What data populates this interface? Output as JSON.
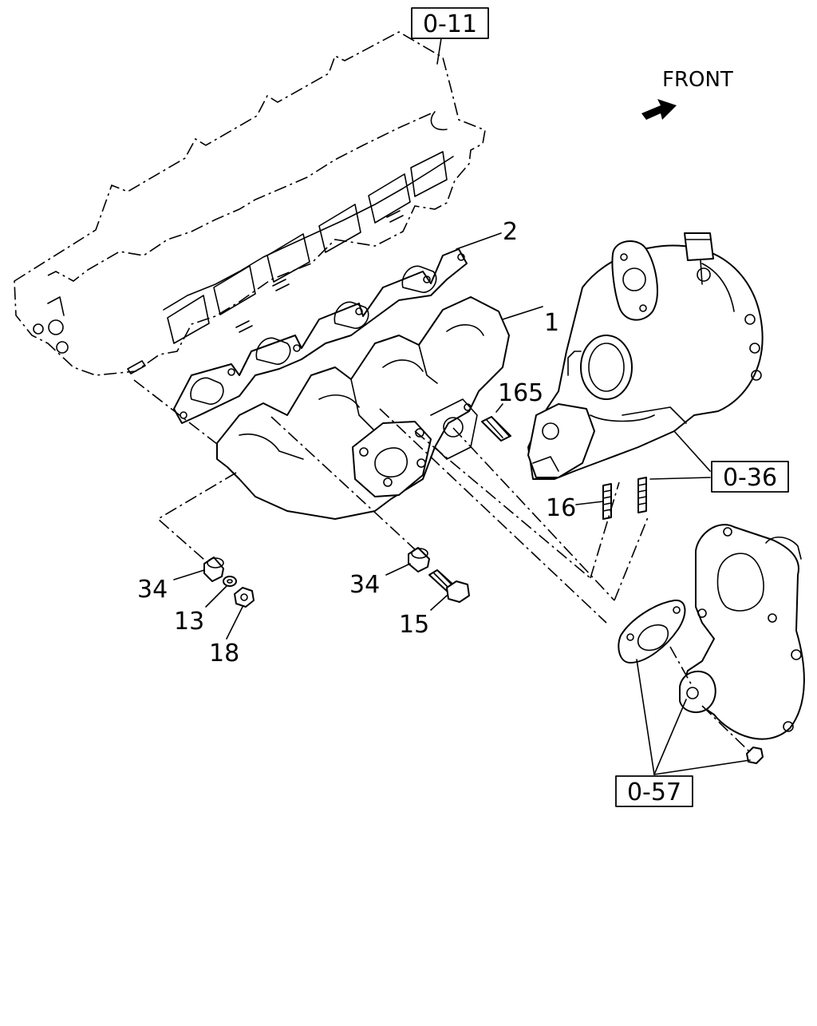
{
  "orientation": {
    "label": "FRONT",
    "icon": "arrow-icon"
  },
  "references": {
    "cylinder_head": "0-11",
    "turbocharger": "0-36",
    "exhaust_pipe": "0-57"
  },
  "callouts": {
    "exhaust_manifold": "1",
    "manifold_gasket": "2",
    "manifold_stud": "165",
    "turbo_stud": "16",
    "spacer_left": "34",
    "spacer_center": "34",
    "washer": "13",
    "nut": "18",
    "bolt": "15"
  }
}
